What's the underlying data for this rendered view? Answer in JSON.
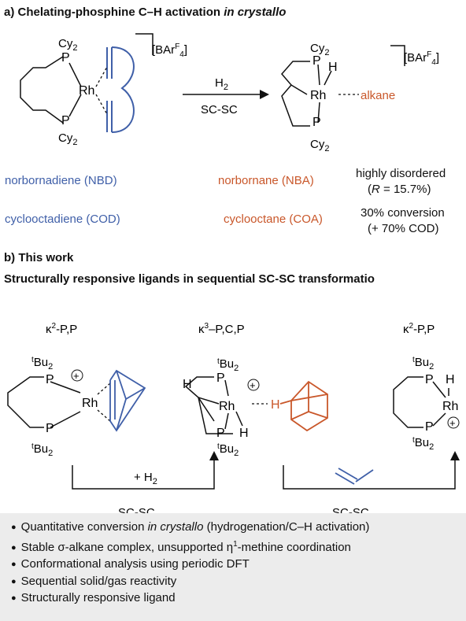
{
  "section_a": {
    "title": "a) Chelating-phosphine C–H activation in crystallo",
    "counterion": "[BAr",
    "counterion_sup": "F",
    "counterion_sub": "4",
    "counterion_close": "]",
    "reagent": "H",
    "reagent_sub": "2",
    "condition": "SC-SC",
    "metal": "Rh",
    "hydride": "H",
    "phosphorus": "P",
    "cy": "Cy",
    "cy_sub": "2",
    "alkane": "alkane",
    "rows": [
      {
        "substrate": "norbornadiene (NBD)",
        "product": "norbornane (NBA)",
        "result_line1": "highly disordered",
        "result_line2": "(R = 15.7%)"
      },
      {
        "substrate": "cyclooctadiene (COD)",
        "product": "cyclooctane (COA)",
        "result_line1": "30% conversion",
        "result_line2": "(+ 70% COD)"
      }
    ]
  },
  "section_b": {
    "title": "b) This work",
    "subtitle": "Structurally responsive ligands in sequential SC-SC transformatio",
    "labels": {
      "left": {
        "kappa": "κ",
        "sup": "2",
        "rest": "-P,P"
      },
      "middle": {
        "kappa": "κ",
        "sup": "3",
        "rest": "–P,C,P"
      },
      "right": {
        "kappa": "κ",
        "sup": "2",
        "rest": "-P,P"
      }
    },
    "tbu": "Bu",
    "tbu_pre": "t",
    "tbu_sub": "2",
    "plus_charge": "+",
    "step1_reagent": "+ H",
    "step1_sub": "2",
    "step1_condition": "SC-SC",
    "step2_condition": "SC-SC"
  },
  "bullets": [
    {
      "pre": "Quantitative conversion ",
      "em": "in crystallo",
      "post": " (hydrogenation/C–H activation)"
    },
    {
      "pre": "Stable σ-alkane complex, unsupported η",
      "sup": "1",
      "post": "-methine coordination"
    },
    {
      "pre": "Conformational analysis using periodic DFT"
    },
    {
      "pre": "Sequential solid/gas reactivity"
    },
    {
      "pre": "Structurally responsive ligand"
    }
  ],
  "colors": {
    "blue": "#3f5fa8",
    "orange": "#c9572a",
    "panel": "#ececec"
  }
}
